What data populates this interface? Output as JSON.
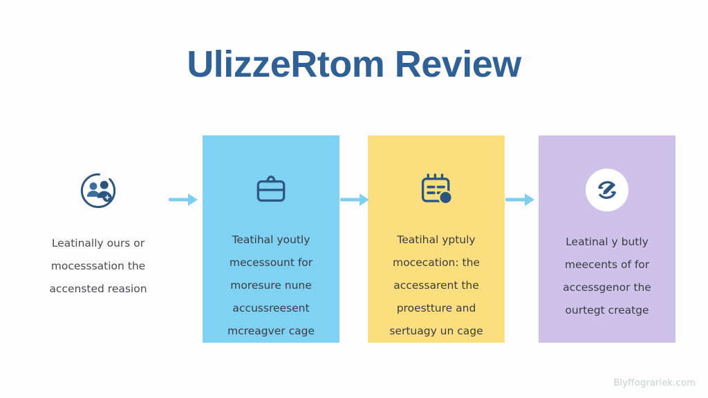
{
  "page": {
    "title": "UlizzeRtom Review",
    "background_color": "#fdfdfd",
    "title_color": "#2f6096",
    "watermark": "Blyffograriek.com",
    "watermark_color": "#c9cdd4",
    "arrow_color": "#7fd0f0"
  },
  "steps": [
    {
      "icon": "users-circle-icon",
      "icon_color": "#2c5680",
      "panel_color": "transparent",
      "lines": [
        "Leatinally ours or",
        "mocesssation the",
        "accensted reasion"
      ]
    },
    {
      "icon": "card-briefcase-icon",
      "icon_color": "#2c5680",
      "panel_color": "#7fd2f2",
      "lines": [
        "Teatihal youtly",
        "mecessount for",
        "moresure nune",
        "accussreesent",
        "mcreagver cage"
      ]
    },
    {
      "icon": "clipboard-dot-icon",
      "icon_color": "#2c5680",
      "panel_color": "#fbdf7e",
      "lines": [
        "Teatihal yptuly",
        "mocecation: the",
        "accessarent the",
        "proestture and",
        "sertuagy un cage"
      ]
    },
    {
      "icon": "pen-revise-icon",
      "icon_color": "#2c5680",
      "panel_color": "#cfc2ea",
      "lines": [
        "Leatinal y butly",
        "meecents of for",
        "accessgenor the",
        "ourtegt creatge"
      ]
    }
  ],
  "arrows": [
    {
      "name": "arrow-step1-to-step2"
    },
    {
      "name": "arrow-step2-to-step3"
    },
    {
      "name": "arrow-step3-to-step4"
    }
  ]
}
